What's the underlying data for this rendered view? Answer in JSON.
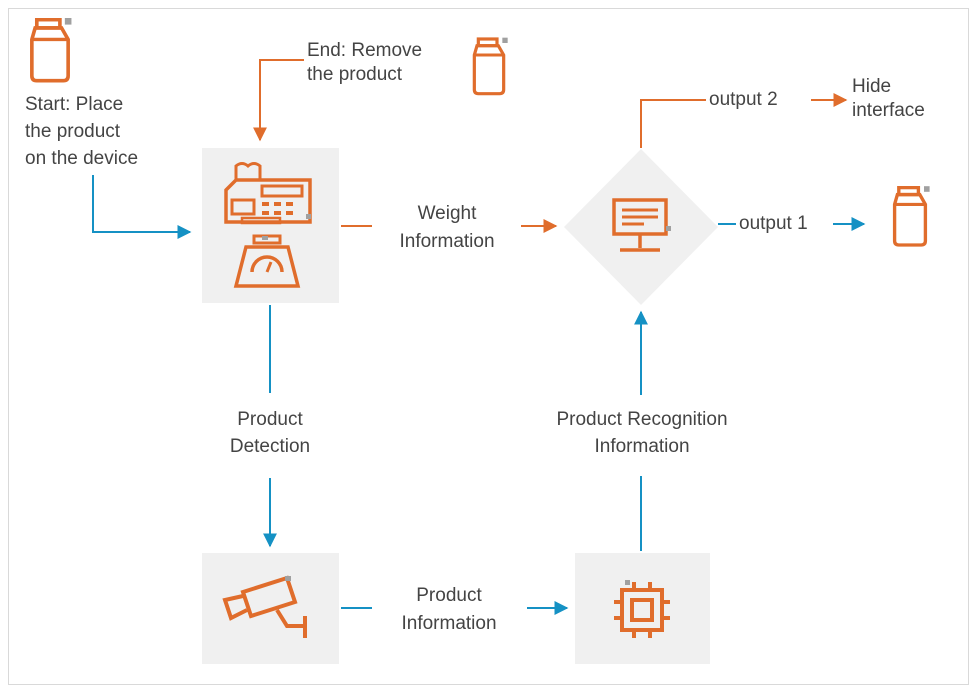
{
  "colors": {
    "orange": "#e06d2c",
    "blue": "#1591c4",
    "box_fill": "#f0f0f0",
    "text": "#444444",
    "accent_gray": "#a0a0a0"
  },
  "labels": {
    "start": [
      "Start: Place",
      "the product",
      "on the device"
    ],
    "end": [
      "End: Remove",
      "the product"
    ],
    "weight": [
      "Weight",
      "Information"
    ],
    "product_detection": [
      "Product",
      "Detection"
    ],
    "product_information": [
      "Product",
      "Information"
    ],
    "recognition": [
      "Product Recognition",
      "Information"
    ],
    "output2": "output 2",
    "output1": "output 1",
    "hide": [
      "Hide",
      "interface"
    ]
  },
  "icons": {
    "start": "product-jar-icon",
    "end": "product-jar-icon",
    "register": "cash-register-icon",
    "scale": "weighing-scale-icon",
    "camera": "security-camera-icon",
    "processor": "processor-chip-icon",
    "monitor": "monitor-icon",
    "output": "product-jar-icon"
  }
}
